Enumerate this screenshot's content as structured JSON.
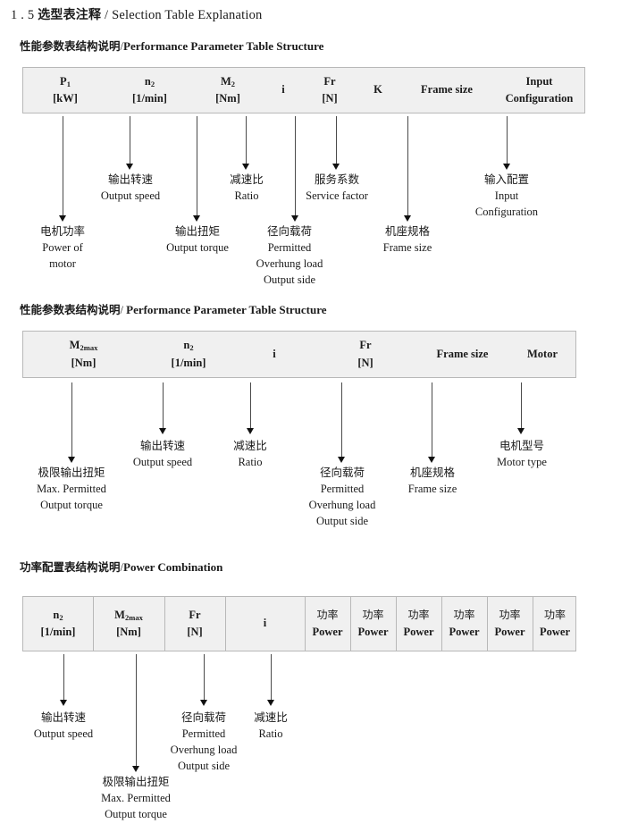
{
  "document": {
    "title_number": "1 . 5",
    "title_cn": "选型表注释",
    "title_sep": "/",
    "title_en": "Selection Table Explanation"
  },
  "sections": [
    {
      "id": "performance-parameter-1",
      "heading_cn": "性能参数表结构说明",
      "heading_sep": "/",
      "heading_en": "Performance Parameter Table Structure",
      "table": {
        "columns": [
          {
            "symbol": "P",
            "subscript": "1",
            "unit": "[kW]"
          },
          {
            "symbol": "n",
            "subscript": "2",
            "unit": "[1/min]"
          },
          {
            "symbol": "M",
            "subscript": "2",
            "unit": "[Nm]"
          },
          {
            "symbol": "i",
            "subscript": "",
            "unit": ""
          },
          {
            "symbol": "Fr",
            "subscript": "",
            "unit": "[N]"
          },
          {
            "symbol": "K",
            "subscript": "",
            "unit": ""
          },
          {
            "symbol": "Frame size",
            "subscript": "",
            "unit": ""
          },
          {
            "symbol": "Input",
            "subscript": "",
            "unit": "Configuration"
          }
        ]
      },
      "annotations": [
        {
          "cn": "电机功率",
          "en": [
            "Power of",
            "motor"
          ]
        },
        {
          "cn": "输出转速",
          "en": [
            "Output speed"
          ]
        },
        {
          "cn": "输出扭矩",
          "en": [
            "Output torque"
          ]
        },
        {
          "cn": "减速比",
          "en": [
            "Ratio"
          ]
        },
        {
          "cn": "径向载荷",
          "en": [
            "Permitted",
            "Overhung load",
            "Output side"
          ]
        },
        {
          "cn": "服务系数",
          "en": [
            "Service factor"
          ]
        },
        {
          "cn": "机座规格",
          "en": [
            "Frame size"
          ]
        },
        {
          "cn": "输入配置",
          "en": [
            "Input",
            "Configuration"
          ]
        }
      ]
    },
    {
      "id": "performance-parameter-2",
      "heading_cn": "性能参数表结构说明",
      "heading_sep": "/",
      "heading_en": "Performance Parameter Table Structure",
      "table": {
        "columns": [
          {
            "symbol": "M",
            "subscript": "2max",
            "unit": "[Nm]"
          },
          {
            "symbol": "n",
            "subscript": "2",
            "unit": "[1/min]"
          },
          {
            "symbol": "i",
            "subscript": "",
            "unit": ""
          },
          {
            "symbol": "Fr",
            "subscript": "",
            "unit": "[N]"
          },
          {
            "symbol": "Frame size",
            "subscript": "",
            "unit": ""
          },
          {
            "symbol": "Motor",
            "subscript": "",
            "unit": ""
          }
        ]
      },
      "annotations": [
        {
          "cn": "极限输出扭矩",
          "en": [
            "Max. Permitted",
            "Output  torque"
          ]
        },
        {
          "cn": "输出转速",
          "en": [
            "Output speed"
          ]
        },
        {
          "cn": "减速比",
          "en": [
            "Ratio"
          ]
        },
        {
          "cn": "径向载荷",
          "en": [
            "Permitted",
            "Overhung load",
            "Output side"
          ]
        },
        {
          "cn": "机座规格",
          "en": [
            "Frame size"
          ]
        },
        {
          "cn": "电机型号",
          "en": [
            "Motor type"
          ]
        }
      ]
    },
    {
      "id": "power-combination",
      "heading_cn": "功率配置表结构说明",
      "heading_sep": "/",
      "heading_en": "Power Combination",
      "table": {
        "columns": [
          {
            "symbol": "n",
            "subscript": "2",
            "unit": "[1/min]"
          },
          {
            "symbol": "M",
            "subscript": "2max",
            "unit": "[Nm]"
          },
          {
            "symbol": "Fr",
            "subscript": "",
            "unit": "[N]"
          },
          {
            "symbol": "i",
            "subscript": "",
            "unit": ""
          },
          {
            "symbol": "功率",
            "subscript": "",
            "unit": "Power"
          },
          {
            "symbol": "功率",
            "subscript": "",
            "unit": "Power"
          },
          {
            "symbol": "功率",
            "subscript": "",
            "unit": "Power"
          },
          {
            "symbol": "功率",
            "subscript": "",
            "unit": "Power"
          },
          {
            "symbol": "功率",
            "subscript": "",
            "unit": "Power"
          },
          {
            "symbol": "功率",
            "subscript": "",
            "unit": "Power"
          }
        ]
      },
      "annotations": [
        {
          "cn": "输出转速",
          "en": [
            "Output speed"
          ]
        },
        {
          "cn": "极限输出扭矩",
          "en": [
            "Max. Permitted",
            "Output  torque"
          ]
        },
        {
          "cn": "径向载荷",
          "en": [
            "Permitted",
            "Overhung load",
            "Output side"
          ]
        },
        {
          "cn": "减速比",
          "en": [
            "Ratio"
          ]
        }
      ]
    }
  ],
  "colors": {
    "table_background": "#f0f0f0",
    "table_border": "#b8b8b8",
    "arrow": "#4a4a4a",
    "text": "#1a1a1a"
  }
}
